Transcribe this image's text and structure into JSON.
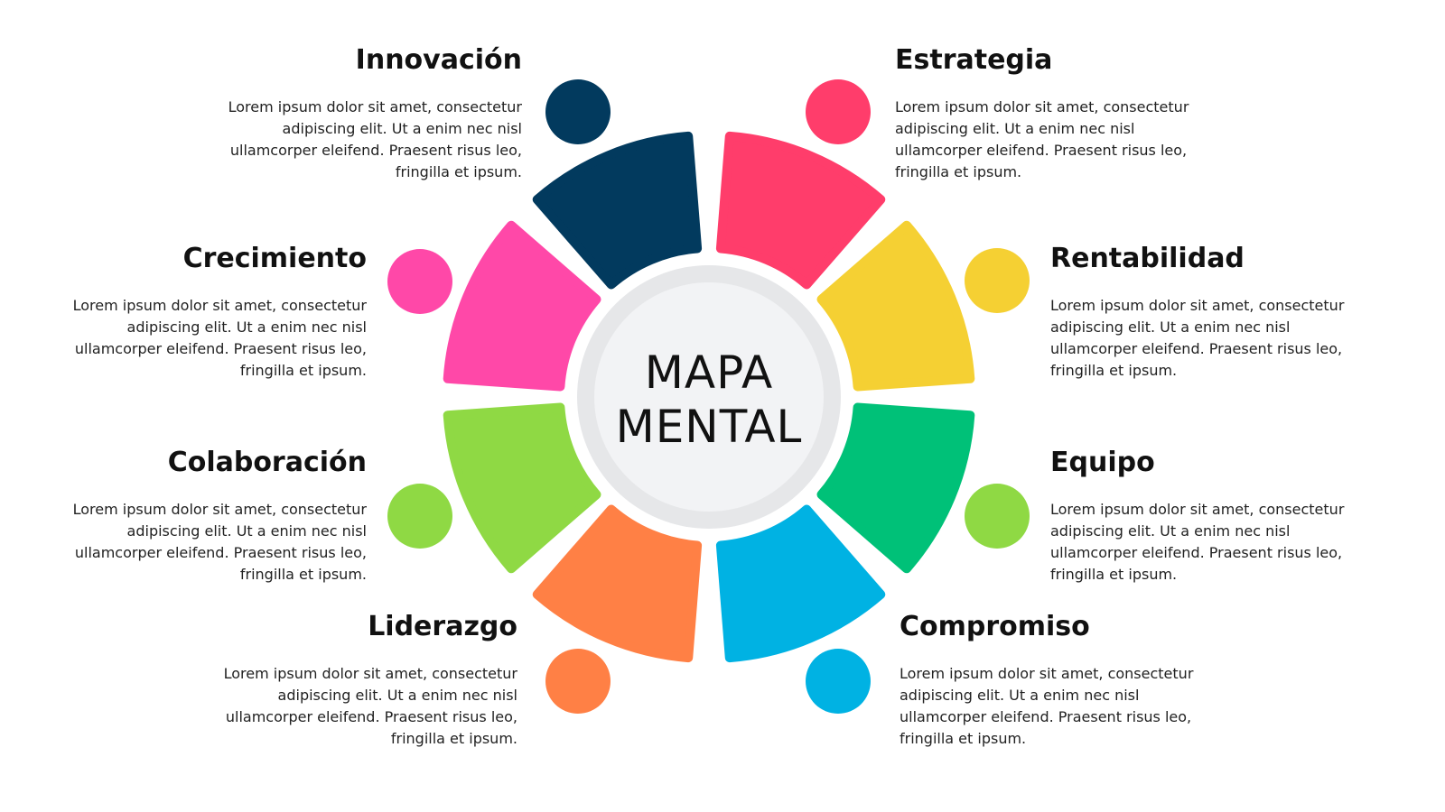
{
  "center": {
    "line1": "MAPA",
    "line2": "MENTAL"
  },
  "colors": {
    "navy": "#023a5e",
    "red": "#ff3d6b",
    "yellow": "#f5d033",
    "green": "#00c178",
    "blue": "#00b2e3",
    "orange": "#ff8045",
    "lime": "#8fd944",
    "pink": "#ff48a8",
    "ring": "#e6e7e9",
    "hub": "#f2f3f5"
  },
  "branches": [
    {
      "title": "Innovación",
      "body": "Lorem ipsum dolor sit amet, consectetur adipiscing elit. Ut a enim nec nisl ullamcorper eleifend. Praesent risus leo, fringilla et ipsum."
    },
    {
      "title": "Estrategia",
      "body": "Lorem ipsum dolor sit amet, consectetur adipiscing elit. Ut a enim nec nisl ullamcorper eleifend. Praesent risus leo, fringilla et ipsum."
    },
    {
      "title": "Crecimiento",
      "body": "Lorem ipsum dolor sit amet, consectetur adipiscing elit. Ut a enim nec nisl ullamcorper eleifend. Praesent risus leo, fringilla et ipsum."
    },
    {
      "title": "Rentabilidad",
      "body": "Lorem ipsum dolor sit amet, consectetur adipiscing elit. Ut a enim nec nisl ullamcorper eleifend. Praesent risus leo, fringilla et ipsum."
    },
    {
      "title": "Colaboración",
      "body": "Lorem ipsum dolor sit amet, consectetur adipiscing elit. Ut a enim nec nisl ullamcorper eleifend. Praesent risus leo, fringilla et ipsum."
    },
    {
      "title": "Equipo",
      "body": "Lorem ipsum dolor sit amet, consectetur adipiscing elit. Ut a enim nec nisl ullamcorper eleifend. Praesent risus leo, fringilla et ipsum."
    },
    {
      "title": "Liderazgo",
      "body": "Lorem ipsum dolor sit amet, consectetur adipiscing elit. Ut a enim nec nisl ullamcorper eleifend. Praesent risus leo, fringilla et ipsum."
    },
    {
      "title": "Compromiso",
      "body": "Lorem ipsum dolor sit amet, consectetur adipiscing elit. Ut a enim nec nisl ullamcorper eleifend. Praesent risus leo, fringilla et ipsum."
    }
  ]
}
